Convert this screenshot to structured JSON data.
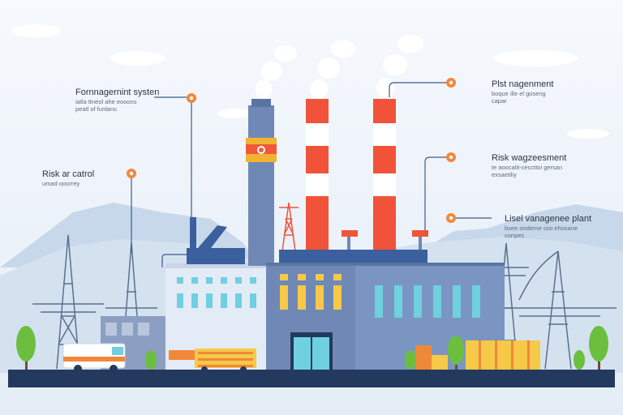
{
  "colors": {
    "sky_top": "#f4f8fc",
    "sky_bottom": "#e6eef7",
    "mountain": "#c5d7ea",
    "chimney_red": "#f0533a",
    "factory_blue": "#6f88b6",
    "factory_light": "#e3ebf6",
    "window_teal": "#6fd0df",
    "window_yellow": "#f7c948",
    "marker_orange": "#f0883a",
    "ground": "#23395e",
    "tree_green": "#6cbf3e",
    "leader_line": "#3d5a8a"
  },
  "callouts": [
    {
      "id": "1",
      "title": "Fornnagernint systen",
      "subtitle": "iatla ttneol ahe eooons"
    },
    {
      "id": "2",
      "title": "",
      "subtitle": "peatl of funlans"
    },
    {
      "id": "3",
      "title": "Risk ar catrol",
      "subtitle": "umad ooorrey"
    },
    {
      "id": "4",
      "title": "Plst nagenment",
      "subtitle": "boque ille el goseng"
    },
    {
      "id": "5",
      "title": "",
      "subtitle": "capar"
    },
    {
      "id": "6",
      "title": "Risk wagzeesment",
      "subtitle": "te aoocalit-ceccttoi gersan"
    },
    {
      "id": "7",
      "title": "",
      "subtitle": "exsaetiliy"
    },
    {
      "id": "8",
      "title": "Lisel vanagenee plant",
      "subtitle": "bsee onderne cioi ehosane"
    },
    {
      "id": "9",
      "title": "",
      "subtitle": "conpes"
    }
  ]
}
